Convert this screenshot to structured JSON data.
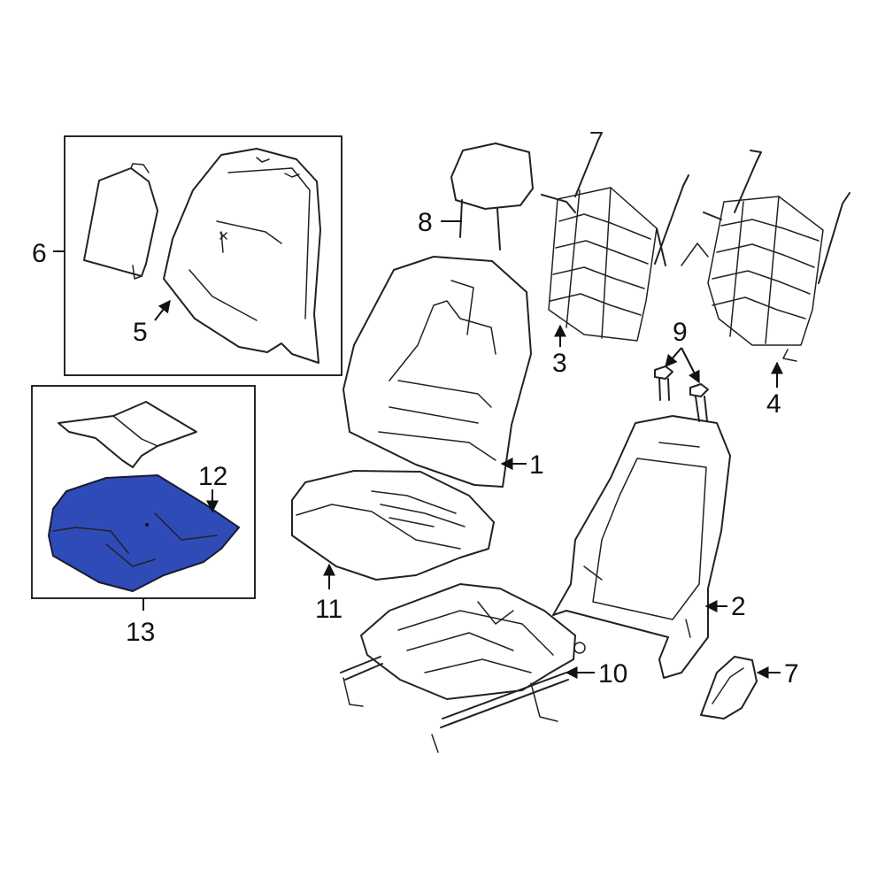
{
  "highlight_color": "#2f4bb8",
  "callouts": {
    "c1": "1",
    "c2": "2",
    "c3": "3",
    "c4": "4",
    "c5": "5",
    "c6": "6",
    "c7": "7",
    "c8": "8",
    "c9": "9",
    "c10": "10",
    "c11": "11",
    "c12": "12",
    "c13": "13"
  }
}
